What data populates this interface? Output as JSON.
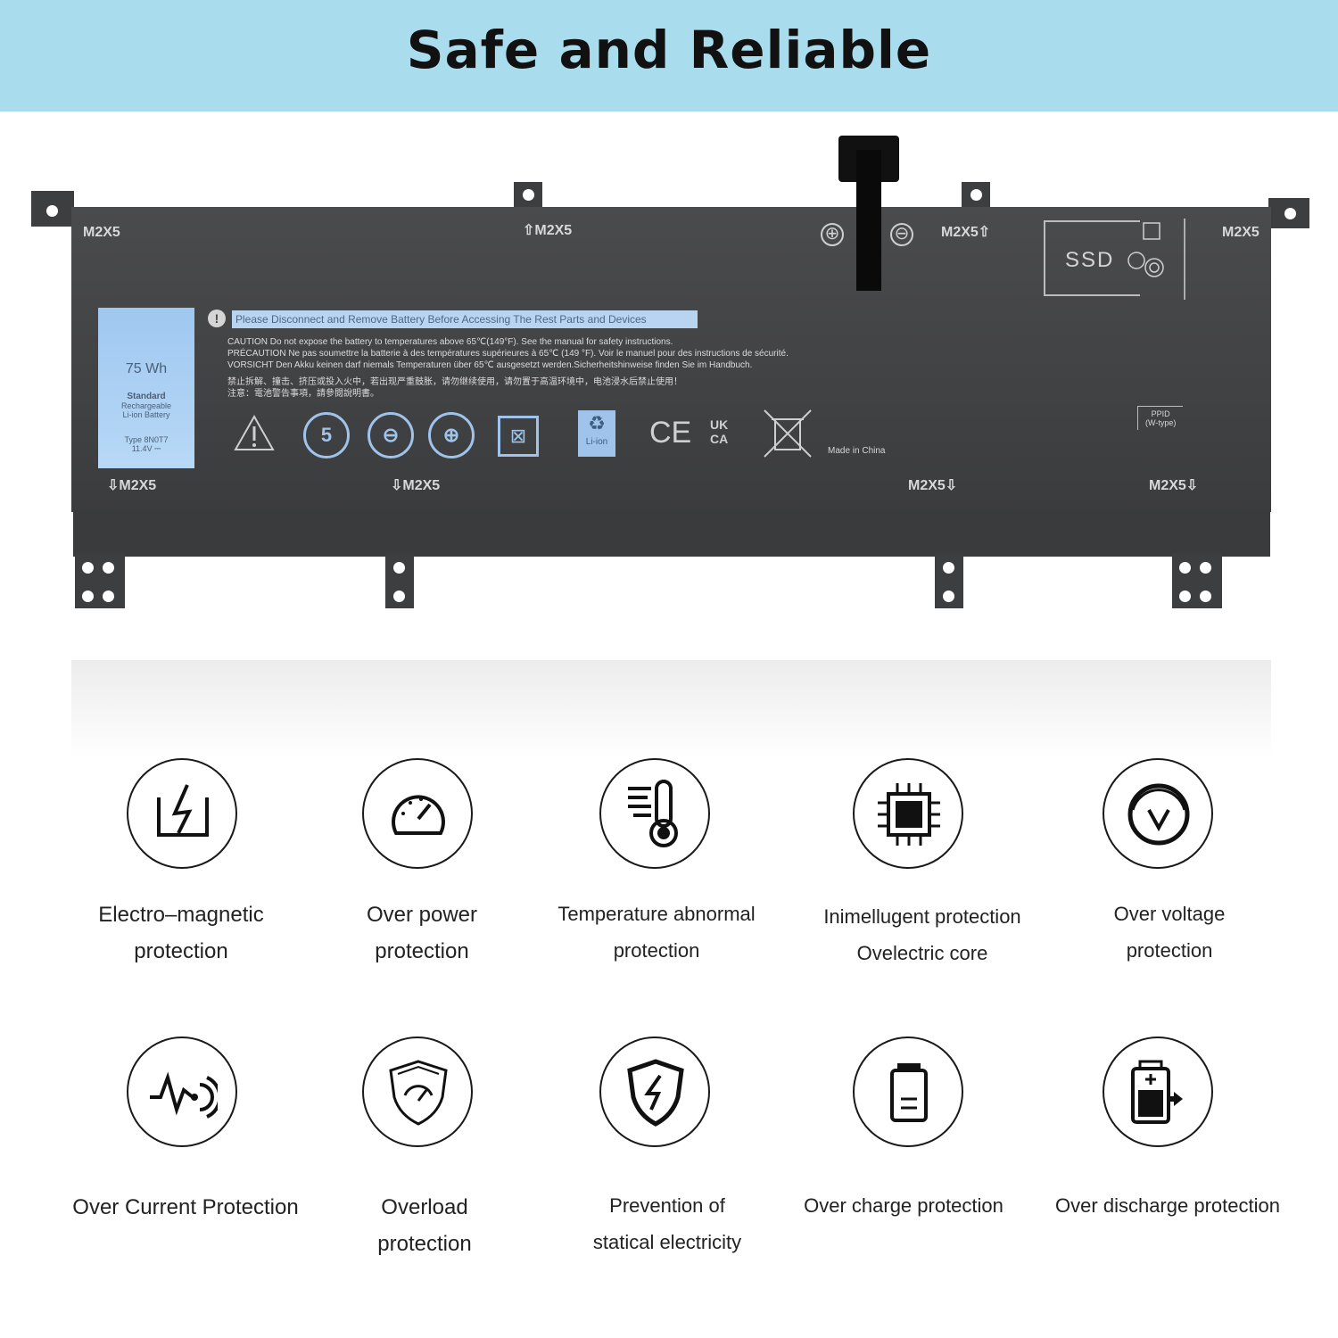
{
  "banner": {
    "title": "Safe and Reliable"
  },
  "battery": {
    "screw_mark": "M2X5",
    "warning_strip": "Please Disconnect and Remove Battery Before Accessing The Rest Parts and Devices",
    "caution_lines": [
      "CAUTION Do not expose the battery to temperatures above 65℃(149°F). See the manual for safety instructions.",
      "PRÉCAUTION Ne pas soumettre la batterie à des températures supérieures à 65℃ (149 °F). Voir le manuel pour des instructions de sécurité.",
      "VORSICHT Den Akku keinen darf niemals Temperaturen über 65℃ ausgesetzt werden.Sicherheitshinweise finden Sie im Handbuch.",
      "禁止拆解、撞击、挤压或投入火中，若出现严重鼓胀，请勿继续使用，请勿置于高温环境中，电池浸水后禁止使用！",
      "注意：電池警告事項，請參閱說明書。"
    ],
    "label": {
      "capacity": "75 Wh",
      "standard": "Standard",
      "rechargeable": "Rechargeable",
      "li_ion": "Li-ion Battery",
      "type": "Type 8N0T7",
      "voltage": "11.4V ⎓"
    },
    "li_ion_badge": "Li-ion",
    "made_in": "Made in China",
    "ppid": "PPID",
    "ppid_sub": "(W-type)",
    "ssd": "SSD",
    "plus": "⊕",
    "minus": "⊖",
    "ce": "CE",
    "ukca": "UK CA",
    "rohs": "5"
  },
  "features_row1": [
    {
      "icon": "electromagnetic-icon",
      "line1": "Electro–magnetic",
      "line2": "protection"
    },
    {
      "icon": "gauge-icon",
      "line1": "Over power",
      "line2": "protection"
    },
    {
      "icon": "thermometer-icon",
      "line1": "Temperature abnormal",
      "line2": "protection"
    },
    {
      "icon": "chip-icon",
      "line1": "Inimellugent protection",
      "line2": "Ovelectric core"
    },
    {
      "icon": "voltage-icon",
      "line1": "Over voltage",
      "line2": "protection"
    }
  ],
  "features_row2": [
    {
      "icon": "current-wave-icon",
      "line1": "Over Current Protection",
      "line2": ""
    },
    {
      "icon": "shield-gauge-icon",
      "line1": "Overload",
      "line2": "protection"
    },
    {
      "icon": "shield-bolt-icon",
      "line1": "Prevention of",
      "line2": "statical electricity"
    },
    {
      "icon": "battery-charge-icon",
      "line1": "Over charge protection",
      "line2": ""
    },
    {
      "icon": "battery-discharge-icon",
      "line1": "Over discharge protection",
      "line2": ""
    }
  ]
}
